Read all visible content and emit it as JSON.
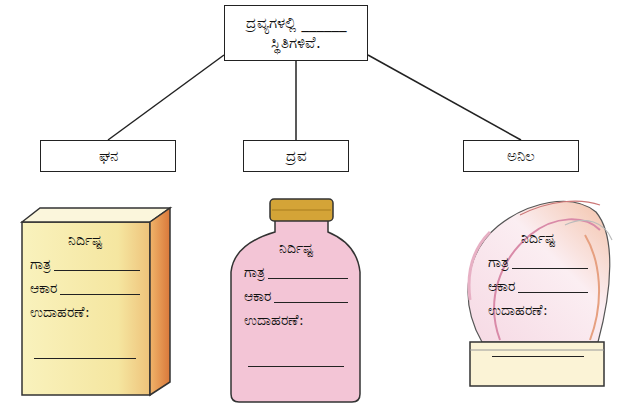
{
  "diagram": {
    "nodes": [
      {
        "text": [
          "ದ್ರವ್ಯಗಳಲ್ಲಿ ______ ಸ್ಥಿತಿಗಳಿವೆ."
        ]
      },
      {
        "text": [
          "ಘನ"
        ]
      },
      {
        "text": [
          "ದ್ರವ"
        ]
      },
      {
        "text": [
          "ಅನಿಲ"
        ]
      },
      {
        "text": [
          "ನಿರ್ದಿಷ್ಟ",
          "ಗಾತ್ರ",
          "ಆಕಾರ",
          "ಉದಾಹರಣೆ:"
        ]
      },
      {
        "text": [
          "ನಿರ್ದಿಷ್ಟ",
          "ಗಾತ್ರ",
          "ಆಕಾರ",
          "ಉದಾಹರಣೆ:"
        ]
      },
      {
        "text": [
          "ನಿರ್ದಿಷ್ಟ",
          "ಗಾತ್ರ",
          "ಆಕಾರ",
          "ಉದಾಹರಣೆ:"
        ]
      }
    ],
    "edges": [
      {
        "from": 0,
        "to": 1,
        "arrow": "none"
      },
      {
        "from": 0,
        "to": 2,
        "arrow": "none"
      },
      {
        "from": 0,
        "to": 3,
        "arrow": "none"
      }
    ]
  }
}
